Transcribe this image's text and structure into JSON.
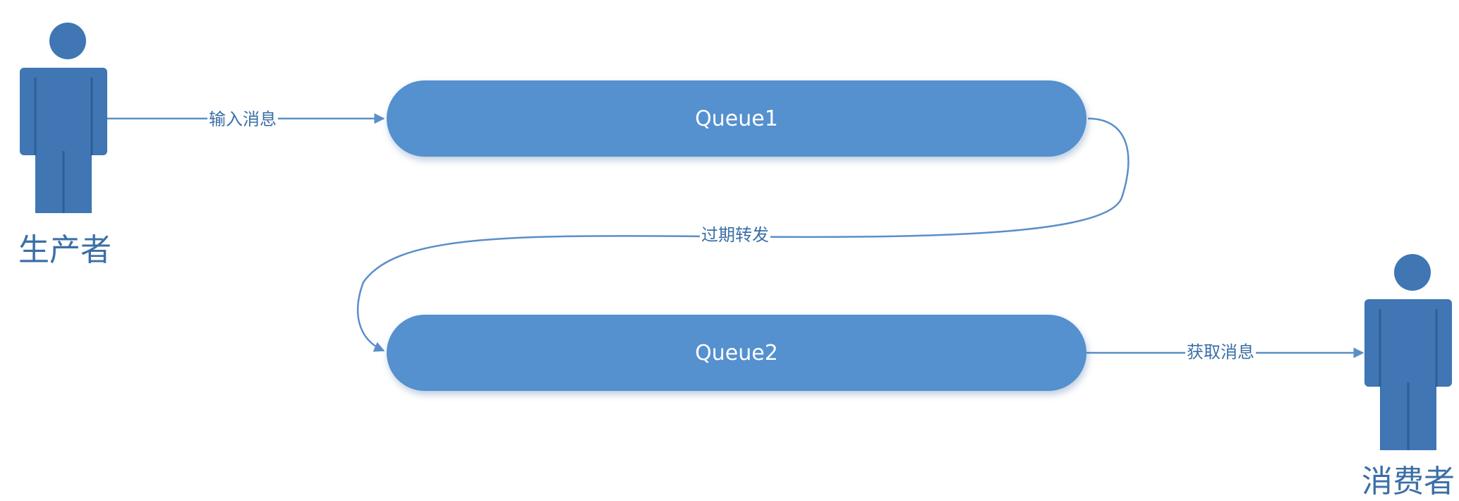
{
  "actors": {
    "producer": {
      "label": "生产者"
    },
    "consumer": {
      "label": "消费者"
    }
  },
  "queues": {
    "queue1": {
      "label": "Queue1"
    },
    "queue2": {
      "label": "Queue2"
    }
  },
  "edges": {
    "input": {
      "label": "输入消息"
    },
    "expire": {
      "label": "过期转发"
    },
    "fetch": {
      "label": "获取消息"
    }
  },
  "colors": {
    "node_fill": "#5590cf",
    "actor_fill": "#3f76b3",
    "line": "#5a8fc8",
    "text": "#3b6fa6"
  }
}
